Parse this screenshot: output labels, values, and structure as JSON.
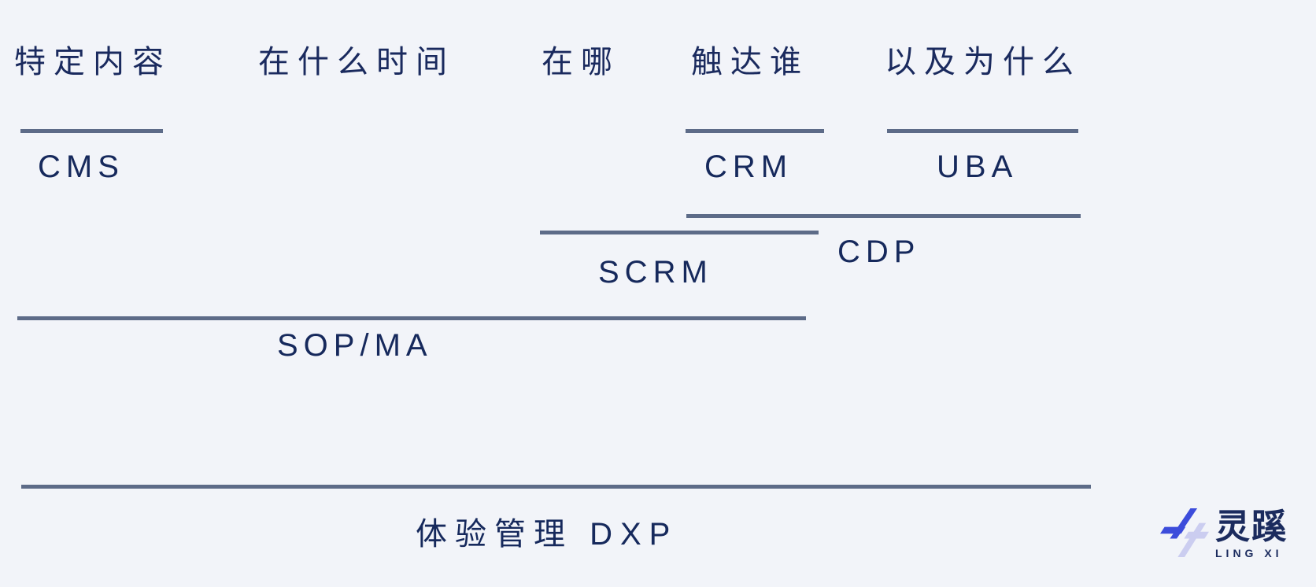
{
  "headers": {
    "specific_content": "特定内容",
    "what_time": "在什么时间",
    "where": "在哪",
    "reach_who": "触达谁",
    "and_why": "以及为什么"
  },
  "systems": {
    "cms": "CMS",
    "crm": "CRM",
    "uba": "UBA",
    "cdp": "CDP",
    "scrm": "SCRM",
    "sop_ma": "SOP/MA",
    "dxp": "体验管理 DXP"
  },
  "logo": {
    "wordmark": "灵蹊",
    "subtext": "LING XI"
  },
  "colors": {
    "background": "#f2f4f9",
    "text": "#1a2a5e",
    "line": "#5d6b88",
    "logo_primary": "#3c4cdb",
    "logo_secondary": "#cbcdf0"
  }
}
